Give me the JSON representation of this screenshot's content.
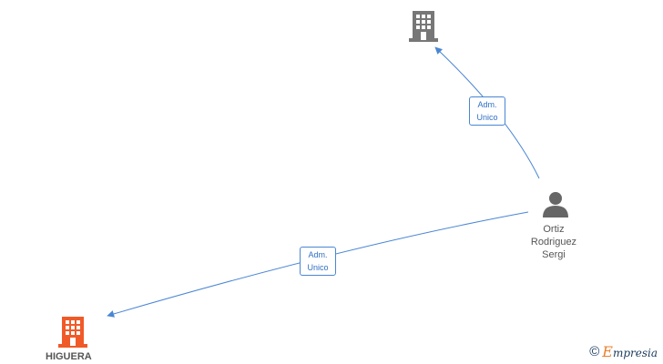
{
  "nodes": {
    "top_company": {
      "label": "",
      "icon": "building-icon",
      "color": "#777777"
    },
    "person": {
      "line1": "Ortiz",
      "line2": "Rodriguez",
      "line3": "Sergi",
      "icon": "person-icon",
      "color": "#666666"
    },
    "higuera": {
      "label": "HIGUERA",
      "icon": "building-icon",
      "color": "#f05a28"
    }
  },
  "edges": [
    {
      "line1": "Adm.",
      "line2": "Unico",
      "color": "#4a86d4"
    },
    {
      "line1": "Adm.",
      "line2": "Unico",
      "color": "#4a86d4"
    }
  ],
  "brand": {
    "copyright": "©",
    "e": "E",
    "rest": "mpresia"
  }
}
